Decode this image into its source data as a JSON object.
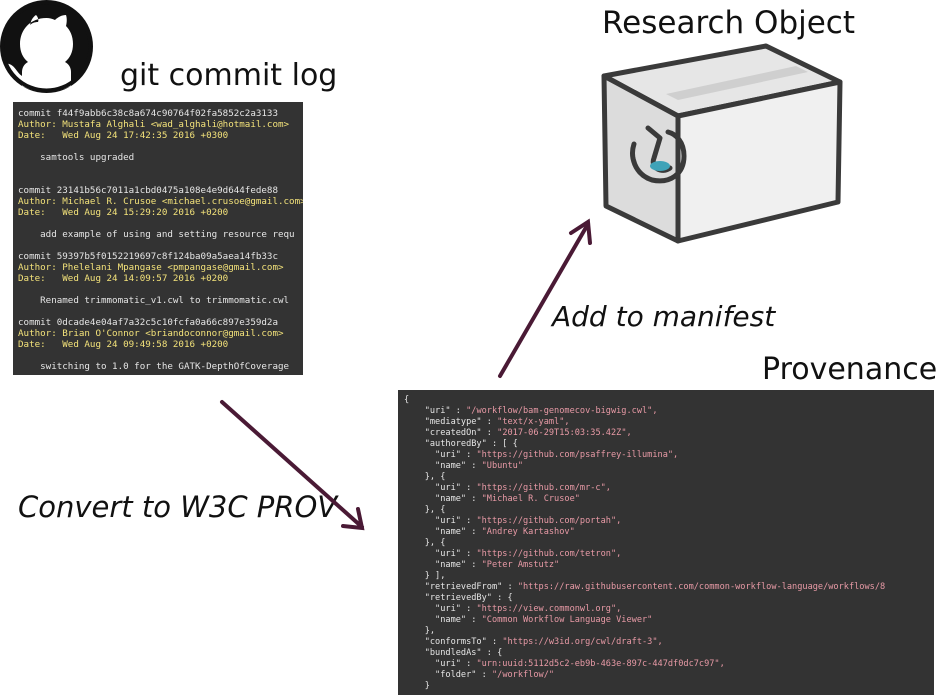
{
  "labels": {
    "commit_log": "git commit log",
    "research_object": "Research Object",
    "provenance": "Provenance",
    "add_to_manifest": "Add to manifest",
    "convert": "Convert to W3C PROV"
  },
  "icons": {
    "github": "github-octocat-icon",
    "research_object_logo": "cwl-logo-icon"
  },
  "colors": {
    "arrow": "#4a1a35",
    "terminal_bg": "#333333",
    "highlight": "#f3e27a",
    "json_string": "#e89aa6"
  },
  "commits": [
    {
      "commit": "commit f44f9abb6c38c8a674c90764f02fa5852c2a3133",
      "author": "Author: Mustafa Alghali <wad_alghali@hotmail.com>",
      "date": "Date:   Wed Aug 24 17:42:35 2016 +0300",
      "message": "    samtools upgraded"
    },
    {
      "commit": "commit 23141b56c7011a1cbd0475a108e4e9d644fede88",
      "author": "Author: Michael R. Crusoe <michael.crusoe@gmail.com>",
      "date": "Date:   Wed Aug 24 15:29:20 2016 +0200",
      "message": "    add example of using and setting resource requ"
    },
    {
      "commit": "commit 59397b5f0152219697c8f124ba09a5aea14fb33c",
      "author": "Author: Phelelani Mpangase <pmpangase@gmail.com>",
      "date": "Date:   Wed Aug 24 14:09:57 2016 +0200",
      "message": "    Renamed trimmomatic_v1.cwl to trimmomatic.cwl"
    },
    {
      "commit": "commit 0dcade4e04af7a32c5c10fcfa0a66c897e359d2a",
      "author": "Author: Brian O'Connor <briandoconnor@gmail.com>",
      "date": "Date:   Wed Aug 24 09:49:58 2016 +0200",
      "message": "    switching to 1.0 for the GATK-DepthOfCoverage"
    }
  ],
  "provenance_json": [
    {
      "k": "{",
      "v": ""
    },
    {
      "k": "    \"uri\" : ",
      "v": "\"/workflow/bam-genomecov-bigwig.cwl\","
    },
    {
      "k": "    \"mediatype\" : ",
      "v": "\"text/x-yaml\","
    },
    {
      "k": "    \"createdOn\" : ",
      "v": "\"2017-06-29T15:03:35.42Z\","
    },
    {
      "k": "    \"authoredBy\" : [ {",
      "v": ""
    },
    {
      "k": "      \"uri\" : ",
      "v": "\"https://github.com/psaffrey-illumina\","
    },
    {
      "k": "      \"name\" : ",
      "v": "\"Ubuntu\""
    },
    {
      "k": "    }, {",
      "v": ""
    },
    {
      "k": "      \"uri\" : ",
      "v": "\"https://github.com/mr-c\","
    },
    {
      "k": "      \"name\" : ",
      "v": "\"Michael R. Crusoe\""
    },
    {
      "k": "    }, {",
      "v": ""
    },
    {
      "k": "      \"uri\" : ",
      "v": "\"https://github.com/portah\","
    },
    {
      "k": "      \"name\" : ",
      "v": "\"Andrey Kartashov\""
    },
    {
      "k": "    }, {",
      "v": ""
    },
    {
      "k": "      \"uri\" : ",
      "v": "\"https://github.com/tetron\","
    },
    {
      "k": "      \"name\" : ",
      "v": "\"Peter Amstutz\""
    },
    {
      "k": "    } ],",
      "v": ""
    },
    {
      "k": "    \"retrievedFrom\" : ",
      "v": "\"https://raw.githubusercontent.com/common-workflow-language/workflows/8"
    },
    {
      "k": "    \"retrievedBy\" : {",
      "v": ""
    },
    {
      "k": "      \"uri\" : ",
      "v": "\"https://view.commonwl.org\","
    },
    {
      "k": "      \"name\" : ",
      "v": "\"Common Workflow Language Viewer\""
    },
    {
      "k": "    },",
      "v": ""
    },
    {
      "k": "    \"conformsTo\" : ",
      "v": "\"https://w3id.org/cwl/draft-3\","
    },
    {
      "k": "    \"bundledAs\" : {",
      "v": ""
    },
    {
      "k": "      \"uri\" : ",
      "v": "\"urn:uuid:5112d5c2-eb9b-463e-897c-447df0dc7c97\","
    },
    {
      "k": "      \"folder\" : ",
      "v": "\"/workflow/\""
    },
    {
      "k": "    }",
      "v": ""
    }
  ]
}
